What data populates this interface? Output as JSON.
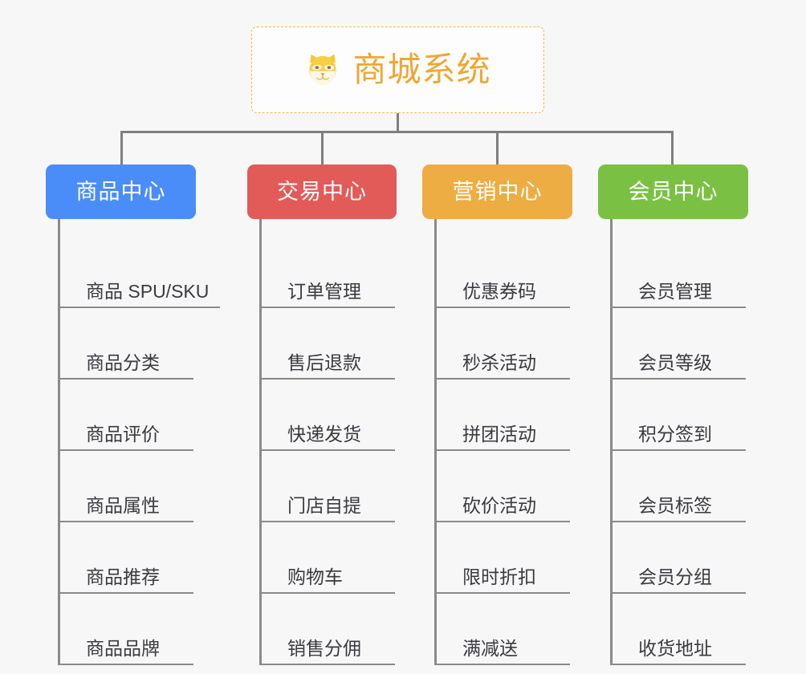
{
  "theme": {
    "background": "#f7f7f7",
    "connector_color": "#7f7f7f",
    "leaf_text_color": "#3a3a40",
    "root_border_color": "#efb950",
    "root_text_color": "#eda736"
  },
  "root": {
    "title": "商城系统",
    "icon": "shiba-dog-icon"
  },
  "branches": [
    {
      "label": "商品中心",
      "color": "#4b8df8",
      "items": [
        "商品 SPU/SKU",
        "商品分类",
        "商品评价",
        "商品属性",
        "商品推荐",
        "商品品牌"
      ]
    },
    {
      "label": "交易中心",
      "color": "#e25b58",
      "items": [
        "订单管理",
        "售后退款",
        "快递发货",
        "门店自提",
        "购物车",
        "销售分佣"
      ]
    },
    {
      "label": "营销中心",
      "color": "#edad42",
      "items": [
        "优惠券码",
        "秒杀活动",
        "拼团活动",
        "砍价活动",
        "限时折扣",
        "满减送"
      ]
    },
    {
      "label": "会员中心",
      "color": "#7ac143",
      "items": [
        "会员管理",
        "会员等级",
        "积分签到",
        "会员标签",
        "会员分组",
        "收货地址"
      ]
    }
  ]
}
